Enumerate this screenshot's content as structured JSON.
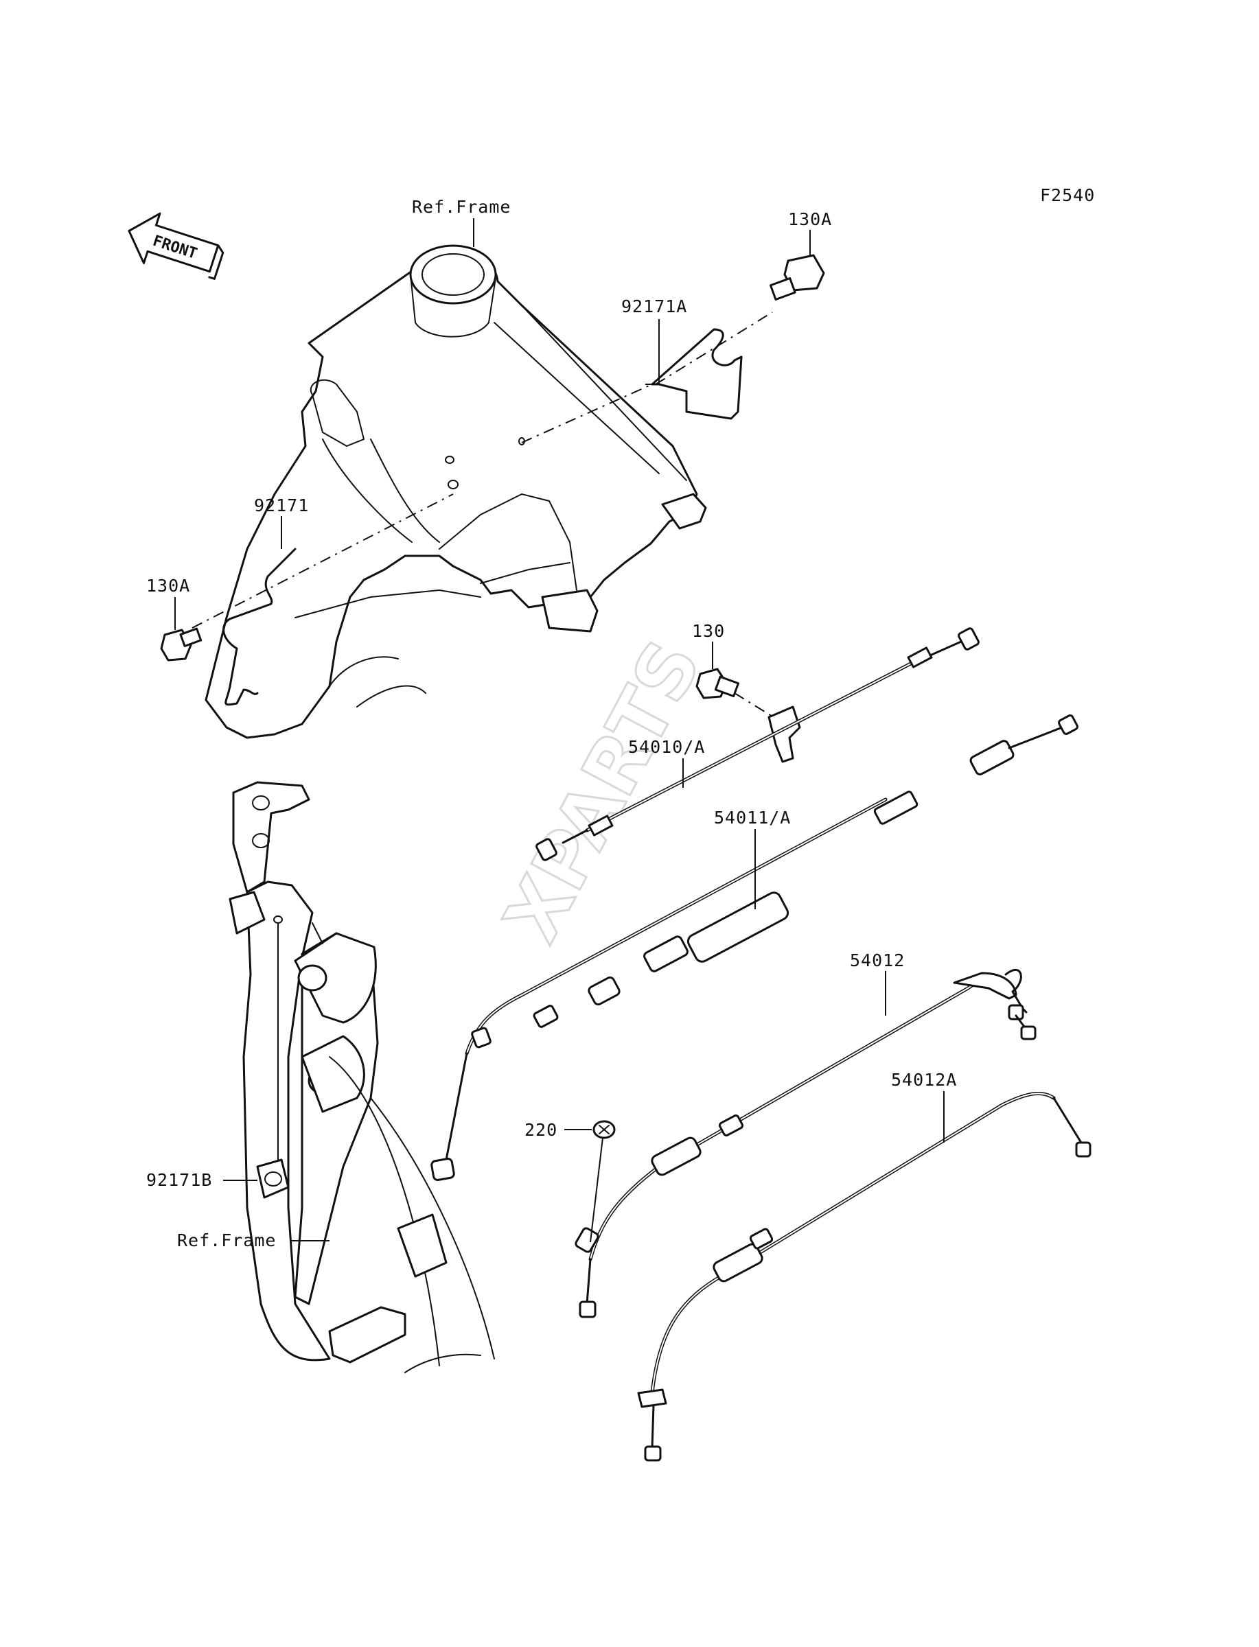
{
  "figure_code": "F2540",
  "front_label": "FRONT",
  "watermark": "XPARTS",
  "labels": {
    "ref_frame_top": "Ref.Frame",
    "bolt_130a_top": "130A",
    "clamp_92171a": "92171A",
    "clamp_92171": "92171",
    "bolt_130a_left": "130A",
    "bolt_130": "130",
    "cable_54010a": "54010/A",
    "cable_54011a": "54011/A",
    "cable_54012": "54012",
    "screw_220": "220",
    "cable_54012a": "54012A",
    "clamp_92171b": "92171B",
    "ref_frame_bottom": "Ref.Frame"
  }
}
